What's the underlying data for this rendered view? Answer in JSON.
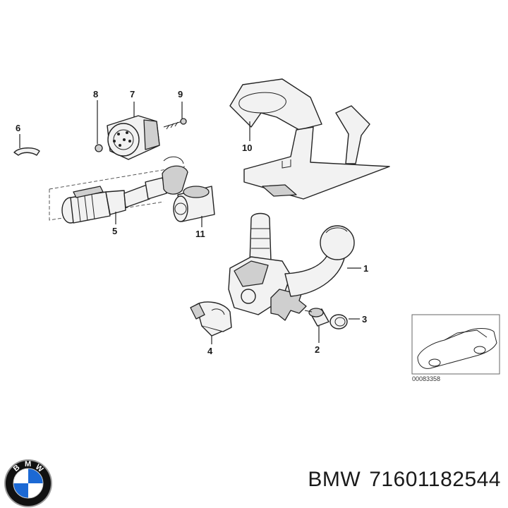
{
  "callouts": {
    "p1": "1",
    "p2": "2",
    "p3": "3",
    "p4": "4",
    "p5": "5",
    "p6": "6",
    "p7": "7",
    "p8": "8",
    "p9": "9",
    "p10": "10",
    "p11": "11"
  },
  "reference_code": "00083358",
  "footer": {
    "brand": "BMW",
    "part_number": "71601182544"
  },
  "logo": {
    "letter_b": "B",
    "letter_m": "M",
    "letter_w": "W",
    "colors": {
      "blue": "#1c69d4",
      "black": "#111111",
      "white": "#ffffff"
    }
  }
}
